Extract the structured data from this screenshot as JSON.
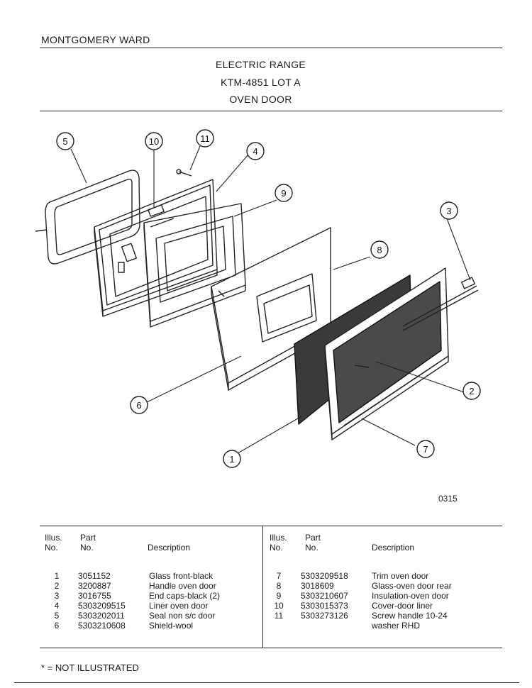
{
  "header": {
    "brand": "MONTGOMERY WARD",
    "line1": "ELECTRIC RANGE",
    "line2": "KTM-4851 LOT A",
    "line3": "OVEN DOOR"
  },
  "diagram": {
    "callouts": [
      "1",
      "2",
      "3",
      "4",
      "5",
      "6",
      "7",
      "8",
      "9",
      "10",
      "11"
    ],
    "code": "0315"
  },
  "parts_table": {
    "headers": {
      "illus_top": "Illus.",
      "illus_bottom": "No.",
      "part_top": "Part",
      "part_bottom": "No.",
      "description": "Description"
    },
    "left": [
      {
        "illus": "1",
        "part": "3051152",
        "desc": "Glass front-black"
      },
      {
        "illus": "2",
        "part": "3200887",
        "desc": "Handle oven door"
      },
      {
        "illus": "3",
        "part": "3016755",
        "desc": "End caps-black (2)"
      },
      {
        "illus": "4",
        "part": "5303209515",
        "desc": "Liner oven door"
      },
      {
        "illus": "5",
        "part": "5303202011",
        "desc": "Seal non s/c door"
      },
      {
        "illus": "6",
        "part": "5303210608",
        "desc": "Shield-wool"
      }
    ],
    "right": [
      {
        "illus": "7",
        "part": "5303209518",
        "desc": "Trim oven door"
      },
      {
        "illus": "8",
        "part": "3018609",
        "desc": "Glass-oven door rear"
      },
      {
        "illus": "9",
        "part": "5303210607",
        "desc": "Insulation-oven door"
      },
      {
        "illus": "10",
        "part": "5303015373",
        "desc": "Cover-door liner"
      },
      {
        "illus": "11",
        "part": "5303273126",
        "desc": "Screw handle 10-24"
      },
      {
        "illus": "",
        "part": "",
        "desc": "washer RHD"
      }
    ]
  },
  "footnote": "* = NOT ILLUSTRATED"
}
